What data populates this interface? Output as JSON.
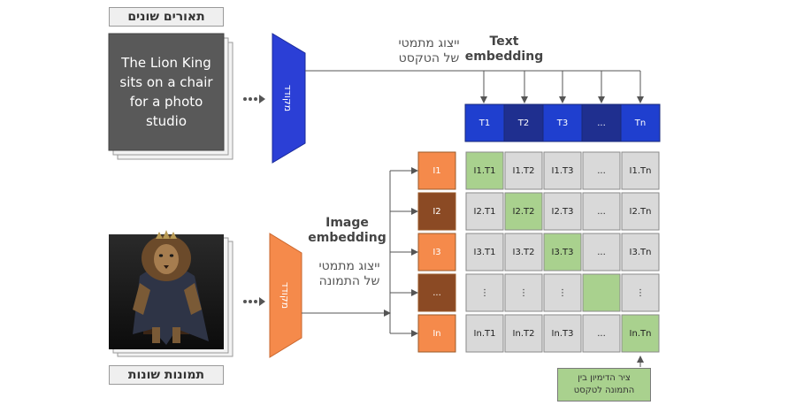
{
  "labels": {
    "text_caption": "תאורים שונים",
    "image_caption": "תמונות שונות",
    "prompt": "The Lion King sits on a chair for a photo studio",
    "text_repr": "ייצוג מתמטי\nשל הטקסט",
    "text_embedding": "Text\nembedding",
    "image_embedding": "Image\nembedding",
    "image_repr": "ייצוג מתמטי\nשל התמונה",
    "encoder": "מקודד",
    "similarity": "ציר הדימיון בין\nהתמונה לטקסט"
  },
  "text_tokens": [
    "T1",
    "T2",
    "T3",
    "...",
    "Tn"
  ],
  "image_tokens": [
    "I1",
    "I2",
    "I3",
    "...",
    "In"
  ],
  "matrix": [
    [
      "I1.T1",
      "I1.T2",
      "I1.T3",
      "...",
      "I1.Tn"
    ],
    [
      "I2.T1",
      "I2.T2",
      "I2.T3",
      "...",
      "I2.Tn"
    ],
    [
      "I3.T1",
      "I3.T2",
      "I3.T3",
      "...",
      "I3.Tn"
    ],
    [
      "⋮",
      "⋮",
      "⋮",
      "",
      "⋮"
    ],
    [
      "In.T1",
      "In.T2",
      "In.T3",
      "...",
      "In.Tn"
    ]
  ],
  "colors": {
    "text_encoder": "#2b3fd6",
    "image_encoder": "#f58a4b",
    "token_blue_1": "#1f3fcf",
    "token_blue_2": "#1f2f8f",
    "img_token_orange": "#f58a4b",
    "img_token_brown": "#8b4a24",
    "cell_gray": "#d9d9d9",
    "cell_green": "#a9d18e",
    "card_gray": "#595959"
  }
}
